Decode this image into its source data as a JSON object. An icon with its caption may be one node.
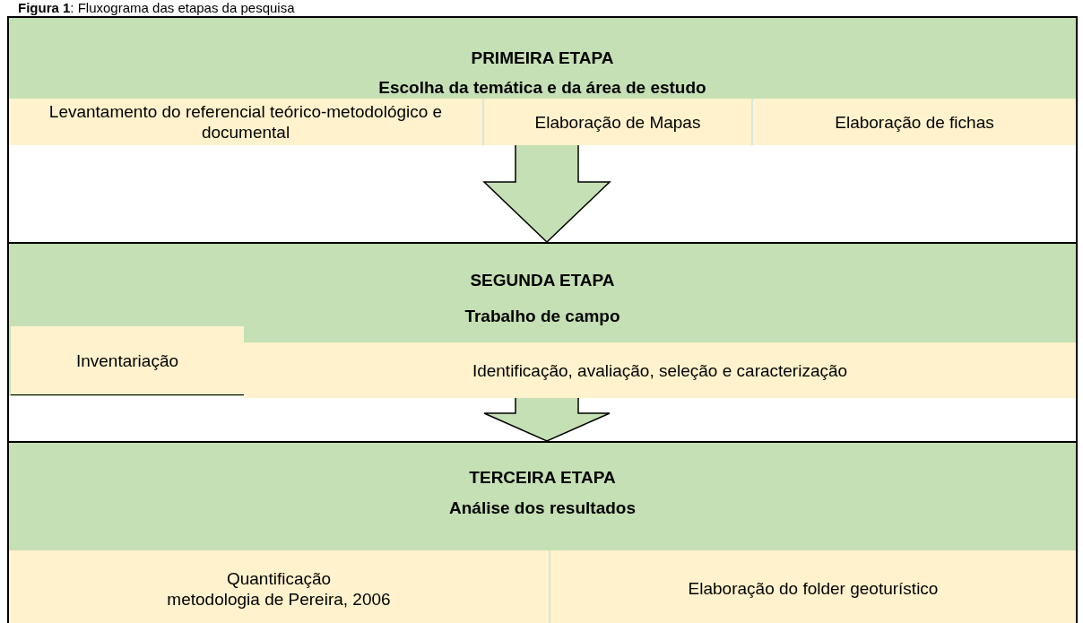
{
  "diagram": {
    "title": "**Figura 1**: Fluxograma das etapas da pesquisa",
    "nodes": [
      {
        "text": [
          "PRIMEIRA ETAPA",
          "Escolha da temática e da área de estudo"
        ]
      },
      {
        "text": [
          "Levantamento do referencial teórico-metodológico e documental"
        ],
        "in": 0
      },
      {
        "text": [
          "Elaboração de Mapas"
        ],
        "in": 0
      },
      {
        "text": [
          "Elaboração de fichas"
        ],
        "in": 0
      },
      {
        "text": [
          "SEGUNDA ETAPA",
          "Trabalho de campo"
        ]
      },
      {
        "text": [
          "Inventariação"
        ],
        "in": 4
      },
      {
        "text": [
          "Identificação, avaliação, seleção e caracterização"
        ],
        "in": 4
      },
      {
        "text": [
          "TERCEIRA ETAPA",
          "Análise dos resultados"
        ]
      },
      {
        "text": [
          "Quantificação",
          "metodologia de Pereira, 2006"
        ],
        "in": 7
      },
      {
        "text": [
          "Elaboração do folder geoturístico"
        ],
        "in": 7
      }
    ],
    "edges": [
      {
        "from": 0,
        "to": 4,
        "arrow": "to"
      },
      {
        "from": 4,
        "to": 7,
        "arrow": "to"
      }
    ]
  }
}
